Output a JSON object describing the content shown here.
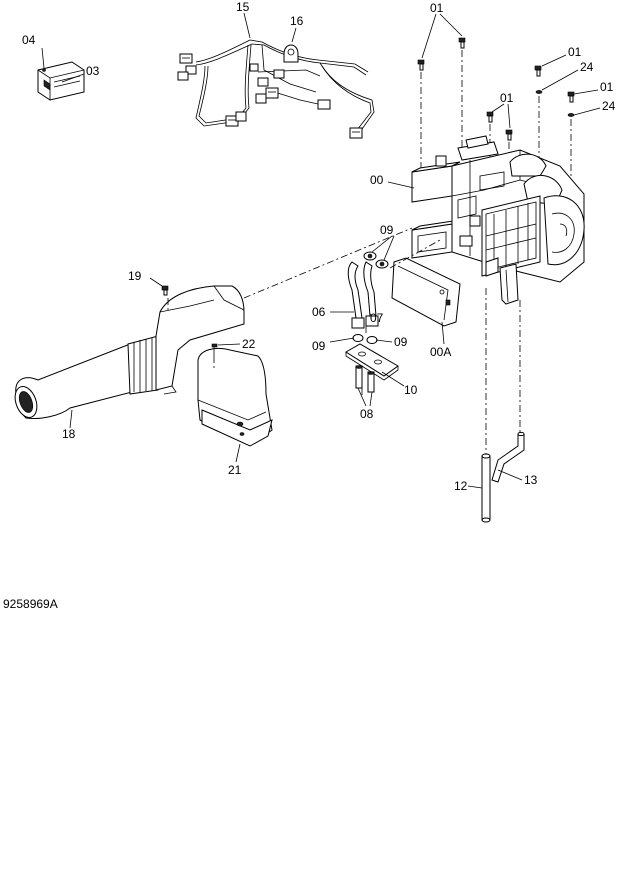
{
  "drawing_code": "9258969A",
  "callouts": [
    {
      "id": "c-01-top",
      "text": "01"
    },
    {
      "id": "c-15",
      "text": "15"
    },
    {
      "id": "c-16",
      "text": "16"
    },
    {
      "id": "c-04",
      "text": "04"
    },
    {
      "id": "c-03",
      "text": "03"
    },
    {
      "id": "c-01-r1",
      "text": "01"
    },
    {
      "id": "c-24-r1",
      "text": "24"
    },
    {
      "id": "c-01-r2",
      "text": "01"
    },
    {
      "id": "c-24-r2",
      "text": "24"
    },
    {
      "id": "c-01-mid",
      "text": "01"
    },
    {
      "id": "c-00",
      "text": "00"
    },
    {
      "id": "c-09-a",
      "text": "09"
    },
    {
      "id": "c-19",
      "text": "19"
    },
    {
      "id": "c-06",
      "text": "06"
    },
    {
      "id": "c-07",
      "text": "07"
    },
    {
      "id": "c-00A",
      "text": "00A"
    },
    {
      "id": "c-22",
      "text": "22"
    },
    {
      "id": "c-09-b",
      "text": "09"
    },
    {
      "id": "c-09-c",
      "text": "09"
    },
    {
      "id": "c-10",
      "text": "10"
    },
    {
      "id": "c-08",
      "text": "08"
    },
    {
      "id": "c-18",
      "text": "18"
    },
    {
      "id": "c-21",
      "text": "21"
    },
    {
      "id": "c-12",
      "text": "12"
    },
    {
      "id": "c-13",
      "text": "13"
    }
  ]
}
